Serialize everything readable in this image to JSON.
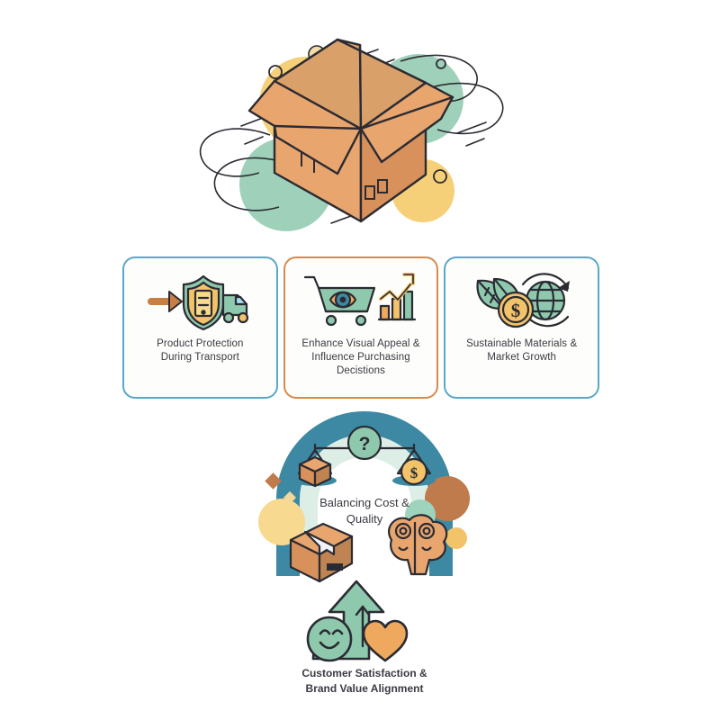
{
  "page": {
    "background": "#ffffff",
    "text_color": "#3a3a42"
  },
  "hero": {
    "name": "open-cardboard-box-illustration",
    "alt": "Open cardboard shipping box with decorative circles and motion lines"
  },
  "palette": {
    "teal_arch": "#3d89a4",
    "card_border_blue": "#5aa8c7",
    "card_border_orange": "#d98a4a",
    "green": "#8ec9ae",
    "green_dark": "#7bbfa4",
    "yellow": "#f5c762",
    "yellow_light": "#f7d98f",
    "orange": "#efa95e",
    "orange_dark": "#c97f42",
    "box_light": "#e8a56e",
    "box_mid": "#d9915c",
    "box_dark": "#c08452",
    "brown_dot": "#c07b4c",
    "outline": "#2b2b33",
    "card_bg": "#fdfdfb"
  },
  "cards": [
    {
      "id": "product-protection",
      "icon": "shield-truck-icon",
      "border": "blue",
      "label": "Product Protection\nDuring Transport"
    },
    {
      "id": "visual-appeal",
      "icon": "cart-eye-chart-icon",
      "border": "orange",
      "label": "Enhance Visual Appeal &\nInfluence Purchasing\nDecistions"
    },
    {
      "id": "sustainable-materials",
      "icon": "leaf-globe-coin-icon",
      "border": "blue",
      "label": "Sustainable Materials &\nMarket Growth"
    }
  ],
  "arch_section": {
    "id": "balancing-cost-quality",
    "icon": "balance-scale-icon",
    "scale_question_mark": "?",
    "scale_left_item": "cardboard-box-icon",
    "scale_right_item": "dollar-coin-icon",
    "side_icons": [
      "package-box-icon",
      "brain-gears-icon"
    ],
    "label": "Balancing Cost &\nQuality"
  },
  "bottom_section": {
    "id": "customer-satisfaction",
    "icon": "smiley-arrow-heart-icon",
    "label": "Customer Satisfaction &\nBrand Value Alignment"
  }
}
